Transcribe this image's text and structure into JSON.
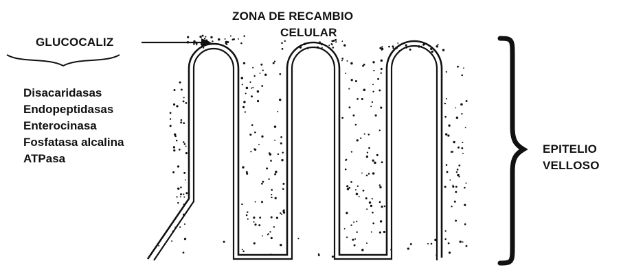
{
  "labels": {
    "zone_line1": "ZONA DE RECAMBIO",
    "zone_line2": "CELULAR",
    "glucocaliz": "GLUCOCALIZ",
    "epitelio_line1": "EPITELIO",
    "epitelio_line2": "VELLOSO"
  },
  "enzymes": [
    "Disacaridasas",
    "Endopeptidasas",
    "Enterocinasa",
    "Fosfatasa alcalina",
    "ATPasa"
  ],
  "colors": {
    "ink": "#111111",
    "background": "#ffffff"
  }
}
